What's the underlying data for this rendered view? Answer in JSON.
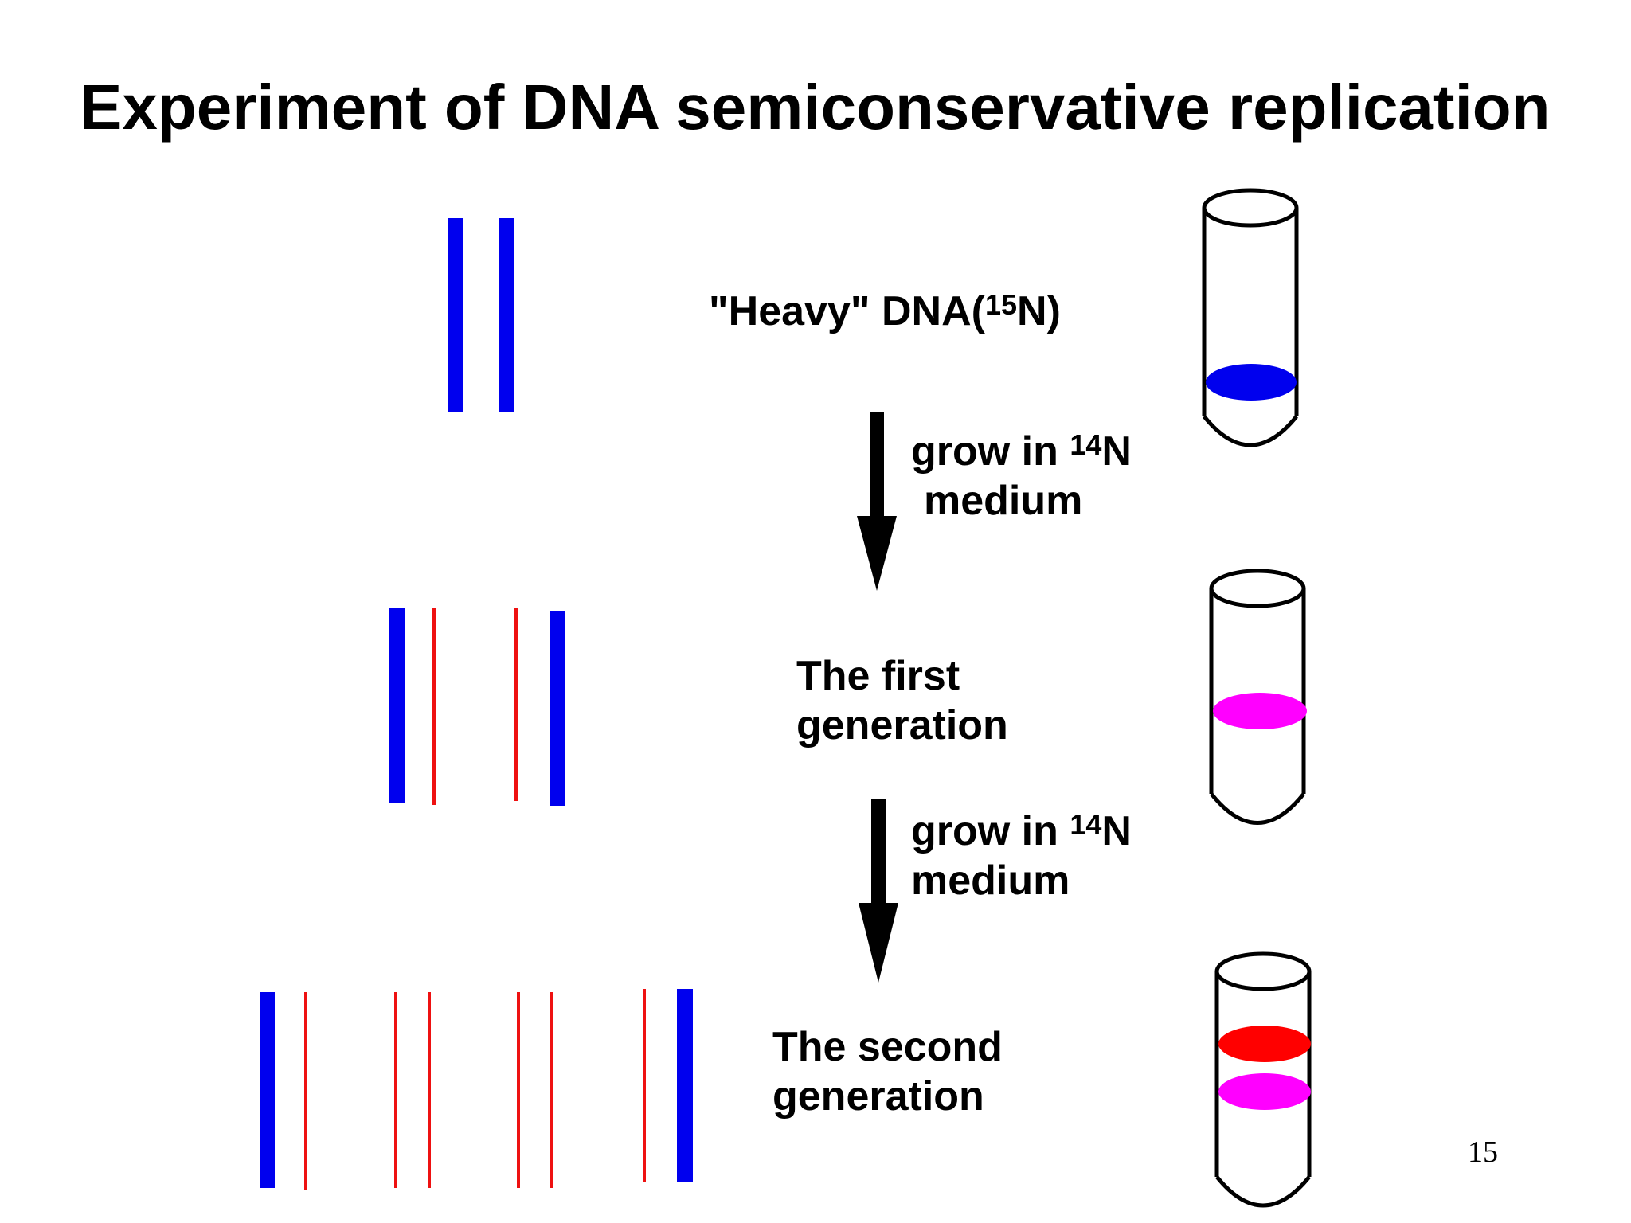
{
  "slide": {
    "title": "Experiment of DNA semiconservative replication",
    "page_number": "15"
  },
  "labels": {
    "heavy": {
      "text": "\"Heavy\" DNA(",
      "sup": "15",
      "after": "N)"
    },
    "grow1": {
      "prefix": "grow in ",
      "sup": "14",
      "after": "N",
      "line2": "medium"
    },
    "first_gen": {
      "line1": "The first",
      "line2": "generation"
    },
    "grow2": {
      "prefix": "grow in ",
      "sup": "14",
      "after": "N",
      "line2": "medium"
    },
    "second_gen": {
      "line1": "The second",
      "line2": "generation"
    }
  },
  "colors": {
    "heavy_strand": "#0000ee",
    "light_strand": "#ee1111",
    "hybrid_band": "#ff00ff",
    "light_band": "#ff0000",
    "heavy_band": "#0000ee",
    "outline": "#000000"
  }
}
